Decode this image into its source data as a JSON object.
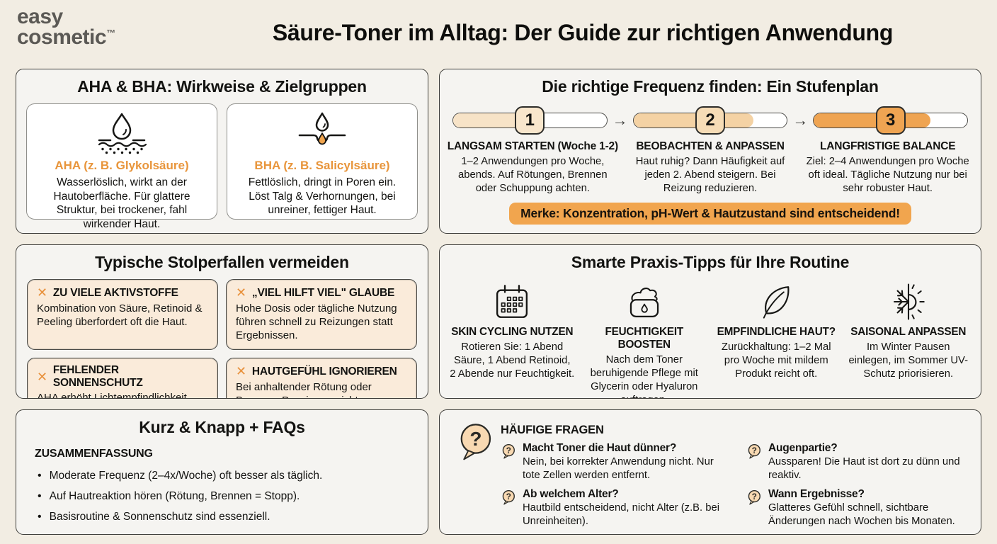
{
  "header": {
    "logo_line1": "easy",
    "logo_line2": "cosmetic",
    "logo_tm": "™",
    "title": "Säure-Toner im Alltag: Der Guide zur richtigen Anwendung"
  },
  "icons": {
    "x_glyph": "✕",
    "arrow_glyph": "→"
  },
  "colors": {
    "page_bg": "#F2EDE3",
    "panel_bg": "#F5F4F1",
    "accent_orange": "#E8953B",
    "banner_orange": "#F1A54E",
    "trap_card_bg": "#FAEBDA",
    "bar_fill_step1": "#F7E3C7",
    "bar_fill_step2": "#F4D2A4",
    "bar_fill_step3": "#EFA452"
  },
  "aha_panel": {
    "title": "AHA & BHA: Wirkweise & Zielgruppen",
    "cards": [
      {
        "icon": "aha-surface-icon",
        "name": "AHA (z. B. Glykolsäure)",
        "desc": "Wasserlöslich, wirkt an der Hautoberfläche. Für glattere Struktur, bei trockener, fahl wirkender Haut."
      },
      {
        "icon": "bha-pore-icon",
        "name": "BHA (z. B. Salicylsäure)",
        "desc": "Fettlöslich, dringt in Poren ein. Löst Talg & Verhornungen, bei unreiner, fettiger Haut."
      }
    ]
  },
  "frequenz_panel": {
    "title": "Die richtige Frequenz finden: Ein Stufenplan",
    "steps": [
      {
        "num": "1",
        "fill_pct": 52,
        "heading": "LANGSAM STARTEN (Woche 1-2)",
        "desc": "1–2 Anwendungen pro Woche, abends. Auf Rötungen, Brennen oder Schuppung achten."
      },
      {
        "num": "2",
        "fill_pct": 78,
        "heading": "BEOBACHTEN & ANPASSEN",
        "desc": "Haut ruhig? Dann Häufigkeit auf jeden 2. Abend steigern. Bei Reizung reduzieren."
      },
      {
        "num": "3",
        "fill_pct": 76,
        "heading": "LANGFRISTIGE BALANCE",
        "desc": "Ziel: 2–4 Anwendungen pro Woche oft ideal. Tägliche Nutzung nur bei sehr robuster Haut."
      }
    ],
    "note": "Merke: Konzentration, pH-Wert & Hautzustand sind entscheidend!"
  },
  "stolperfallen_panel": {
    "title": "Typische Stolperfallen vermeiden",
    "items": [
      {
        "heading": "ZU VIELE AKTIVSTOFFE",
        "desc": "Kombination von Säure, Retinoid & Peeling überfordert oft die Haut."
      },
      {
        "heading": "„VIEL HILFT VIEL\" GLAUBE",
        "desc": "Hohe Dosis oder tägliche Nutzung führen schnell zu Reizungen statt Ergebnissen."
      },
      {
        "heading": "FEHLENDER SONNENSCHUTZ",
        "desc": "AHA erhöht Lichtempfindlichkeit. UV-Schutz ist Pflicht!"
      },
      {
        "heading": "HAUTGEFÜHL IGNORIEREN",
        "desc": "Bei anhaltender Rötung oder Brennen: Pausieren, nicht weitermachen."
      }
    ]
  },
  "tipps_panel": {
    "title": "Smarte Praxis-Tipps für Ihre Routine",
    "items": [
      {
        "icon": "calendar-icon",
        "heading": "SKIN CYCLING NUTZEN",
        "desc": "Rotieren Sie: 1 Abend Säure, 1 Abend Retinoid, 2 Abende nur Feuchtigkeit."
      },
      {
        "icon": "cream-jar-icon",
        "heading": "FEUCHTIGKEIT BOOSTEN",
        "desc": "Nach dem Toner beruhigende Pflege mit Glycerin oder Hyaluron auftragen."
      },
      {
        "icon": "leaf-icon",
        "heading": "EMPFINDLICHE HAUT?",
        "desc": "Zurückhaltung: 1–2 Mal pro Woche mit mildem Produkt reicht oft."
      },
      {
        "icon": "snow-sun-icon",
        "heading": "SAISONAL ANPASSEN",
        "desc": "Im Winter Pausen einlegen, im Sommer UV-Schutz priorisieren."
      }
    ]
  },
  "summary_panel": {
    "title": "Kurz & Knapp + FAQs",
    "subheading": "ZUSAMMENFASSUNG",
    "bullets": [
      "Moderate Frequenz (2–4x/Woche) oft besser als täglich.",
      "Auf Hautreaktion hören (Rötung, Brennen = Stopp).",
      "Basisroutine & Sonnenschutz sind essenziell."
    ]
  },
  "faq_panel": {
    "title": "HÄUFIGE FRAGEN",
    "items": [
      {
        "q": "Macht Toner die Haut dünner?",
        "a": "Nein, bei korrekter Anwendung nicht. Nur tote Zellen werden entfernt."
      },
      {
        "q": "Ab welchem Alter?",
        "a": "Hautbild entscheidend, nicht Alter (z.B. bei Unreinheiten)."
      },
      {
        "q": "Augenpartie?",
        "a": "Aussparen! Die Haut ist dort zu dünn und reaktiv."
      },
      {
        "q": "Wann Ergebnisse?",
        "a": "Glatteres Gefühl schnell, sichtbare Änderungen nach Wochen bis Monaten."
      }
    ]
  }
}
